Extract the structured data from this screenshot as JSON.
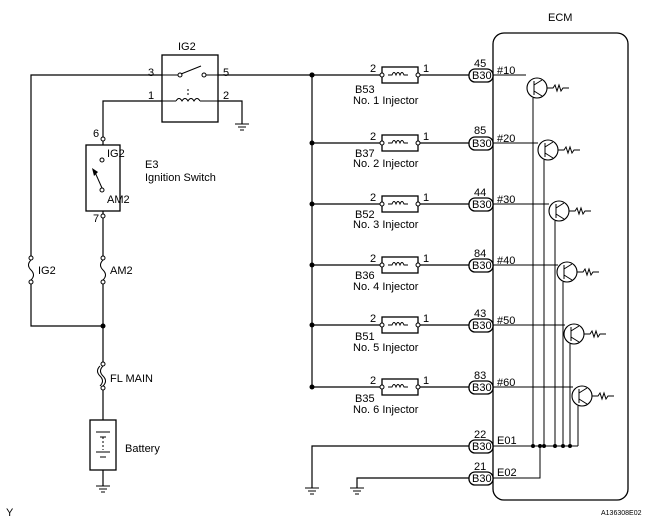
{
  "ecm": {
    "title": "ECM"
  },
  "relay": {
    "name": "IG2",
    "pin3": "3",
    "pin5": "5",
    "pin1": "1",
    "pin2": "2"
  },
  "ignition_switch": {
    "code": "E3",
    "name": "Ignition Switch",
    "terminal_ig2": "IG2",
    "terminal_am2": "AM2",
    "pin6": "6",
    "pin7": "7"
  },
  "fuses": {
    "ig2": "IG2",
    "am2": "AM2",
    "fl_main": "FL MAIN"
  },
  "battery": {
    "label": "Battery"
  },
  "injectors": [
    {
      "code": "B53",
      "name": "No. 1 Injector",
      "pin_left": "2",
      "pin_right": "1",
      "ecm_pin": "45",
      "connector": "B30",
      "ecm_terminal": "#10"
    },
    {
      "code": "B37",
      "name": "No. 2 Injector",
      "pin_left": "2",
      "pin_right": "1",
      "ecm_pin": "85",
      "connector": "B30",
      "ecm_terminal": "#20"
    },
    {
      "code": "B52",
      "name": "No. 3 Injector",
      "pin_left": "2",
      "pin_right": "1",
      "ecm_pin": "44",
      "connector": "B30",
      "ecm_terminal": "#30"
    },
    {
      "code": "B36",
      "name": "No. 4 Injector",
      "pin_left": "2",
      "pin_right": "1",
      "ecm_pin": "84",
      "connector": "B30",
      "ecm_terminal": "#40"
    },
    {
      "code": "B51",
      "name": "No. 5 Injector",
      "pin_left": "2",
      "pin_right": "1",
      "ecm_pin": "43",
      "connector": "B30",
      "ecm_terminal": "#50"
    },
    {
      "code": "B35",
      "name": "No. 6 Injector",
      "pin_left": "2",
      "pin_right": "1",
      "ecm_pin": "83",
      "connector": "B30",
      "ecm_terminal": "#60"
    }
  ],
  "grounds": [
    {
      "ecm_pin": "22",
      "connector": "B30",
      "ecm_terminal": "E01"
    },
    {
      "ecm_pin": "21",
      "connector": "B30",
      "ecm_terminal": "E02"
    }
  ],
  "footer": {
    "left_mark": "Y",
    "figure_id": "A136308E02"
  }
}
